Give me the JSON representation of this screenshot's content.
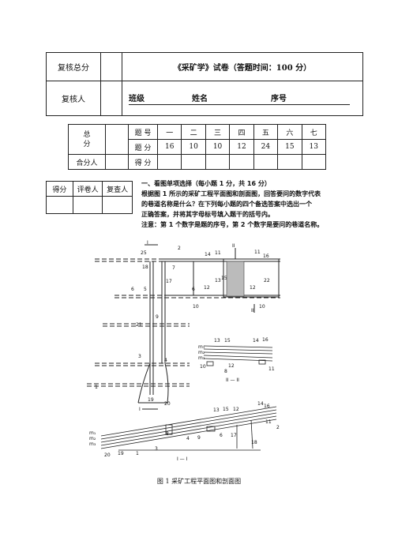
{
  "header": {
    "row1_label": "复核总分",
    "row2_label": "复核人",
    "exam_title": "《采矿学》试卷（答题时间：100 分）",
    "class_label": "班级",
    "name_label": "姓名",
    "seat_label": "序号"
  },
  "score_table": {
    "total_label": "总\n分",
    "row1_header": "题 号",
    "row2_header": "题 分",
    "row3_header": "得 分",
    "tally_label": "合分人",
    "numbers": [
      "一",
      "二",
      "三",
      "四",
      "五",
      "六",
      "七"
    ],
    "points": [
      "16",
      "10",
      "10",
      "12",
      "24",
      "15",
      "13"
    ]
  },
  "grader": {
    "score": "得分",
    "grader": "评卷人",
    "reviewer": "复查人"
  },
  "question": {
    "title": "一、看图单项选择（每小题 1 分，共 16 分）",
    "line1": "根据图 1 所示的采矿工程平面图和剖面图，回答要问的数字代表",
    "line2": "的巷道名称是什么？在下列每小题的四个备选答案中选出一个",
    "line3": "正确答案，并将其字母标号填入题干的括号内。",
    "line4": "注意：第 1 个数字是题的序号，第 2 个数字是要问的巷道名称。"
  },
  "figure": {
    "caption": "图 1 采矿工程平面图和剖面图",
    "section_I": "I",
    "section_II": "II",
    "section_I_label": "I — I",
    "section_II_label": "II — II",
    "seam_m1": "m₁",
    "seam_m2": "m₂",
    "seam_m3": "m₃",
    "plan_labels": [
      "25",
      "2",
      "11",
      "14",
      "11",
      "16",
      "18",
      "7",
      "22",
      "17",
      "13",
      "15",
      "6",
      "5",
      "6",
      "12",
      "12",
      "9",
      "10",
      "10",
      "21",
      "3",
      "4",
      "1",
      "19",
      "20"
    ],
    "sec2_labels": [
      "13",
      "15",
      "14",
      "16",
      "10",
      "12",
      "8",
      "11"
    ],
    "sec1_labels": [
      "13",
      "15",
      "12",
      "14",
      "16",
      "11",
      "2",
      "4",
      "9",
      "6",
      "17",
      "18",
      "20",
      "19",
      "1",
      "3",
      "8"
    ]
  }
}
